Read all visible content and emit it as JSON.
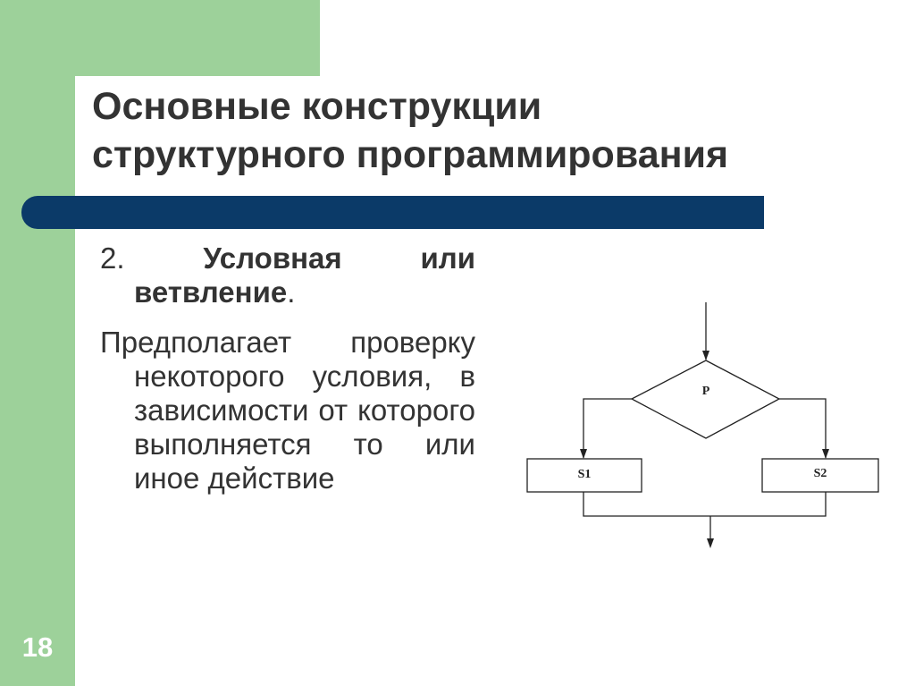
{
  "slide": {
    "number": "18",
    "title_line1": "Основные конструкции",
    "title_line2": "структурного программирования"
  },
  "content": {
    "item_number": "2.",
    "item_heading_bold": "Условная или ветвление",
    "item_heading_end": ".",
    "description": "Предполагает проверку некоторого условия, в зависимости от которого выполняется то или иное действие"
  },
  "diagram": {
    "condition_label": "P",
    "branch_left_label": "S1",
    "branch_right_label": "S2"
  },
  "colors": {
    "sidebar": "#9dd19a",
    "title_bar": "#0b3a68",
    "text": "#333333"
  }
}
